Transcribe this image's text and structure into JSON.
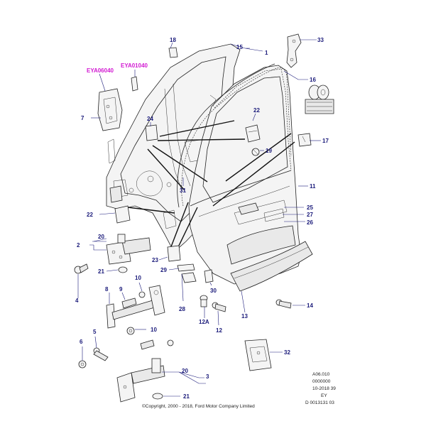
{
  "callouts": {
    "c1": "1",
    "c2": "2",
    "c3": "3",
    "c4": "4",
    "c5": "5",
    "c6": "6",
    "c7": "7",
    "c8": "8",
    "c9": "9",
    "c10a": "10",
    "c10b": "10",
    "c11": "11",
    "c12": "12",
    "c12a": "12A",
    "c13": "13",
    "c14": "14",
    "c15": "15",
    "c16": "16",
    "c17": "17",
    "c18": "18",
    "c19": "19",
    "c20a": "20",
    "c20b": "20",
    "c21a": "21",
    "c21b": "21",
    "c22a": "22",
    "c22b": "22",
    "c23": "23",
    "c24": "24",
    "c25": "25",
    "c26": "26",
    "c27": "27",
    "c28": "28",
    "c29": "29",
    "c30": "30",
    "c31": "31",
    "c32": "32",
    "c33": "33"
  },
  "references": {
    "eya06040": "EYA06040",
    "eya01040": "EYA01040"
  },
  "meta": {
    "line1": "A06.010",
    "line2": "0000000",
    "line3": "10-2018 39",
    "line4": "EY",
    "line5": "D 0013131 03"
  },
  "copyright": "©Copyright, 2000 - 2018, Ford Motor Company Limited",
  "colors": {
    "callout": "#1a1a7a",
    "reference": "#d21ad2",
    "line": "#222222"
  }
}
